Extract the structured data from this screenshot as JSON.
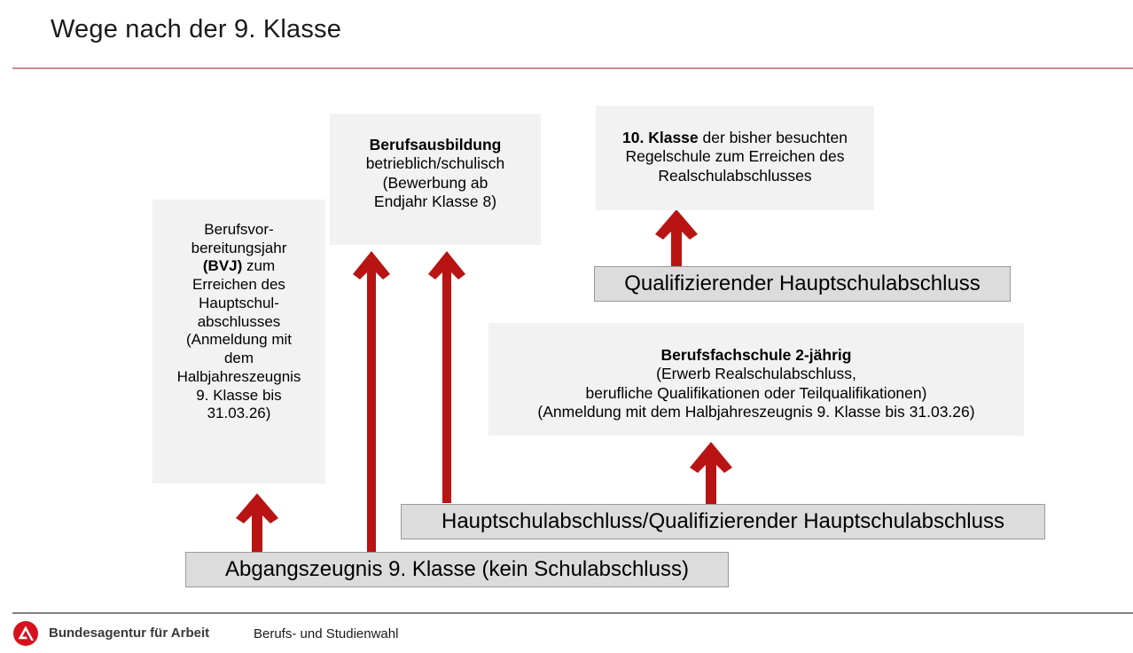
{
  "header": {
    "title": "Wege nach der 9. Klasse",
    "rule_color": "#d18a92"
  },
  "colors": {
    "panel_fill": "#f2f2f2",
    "bar_fill": "#dcdcdc",
    "bar_border": "#9a9a9a",
    "arrow_red": "#b81414",
    "logo_red": "#d6131d",
    "text": "#000000"
  },
  "diagram": {
    "boxes": {
      "bvj": {
        "name": "Berufsvorbereitungsjahr",
        "lines": [
          "Berufsvor-",
          "bereitungsjahr",
          "(BVJ) zum",
          "Erreichen des",
          "Hauptschul-",
          "abschlusses",
          "(Anmeldung mit",
          "dem",
          "Halbjahreszeugnis",
          "9. Klasse bis",
          "31.03.26)"
        ],
        "bold_part": "(BVJ)",
        "rest_of_bold_line": " zum"
      },
      "berufsausbildung": {
        "heading": "Berufsausbildung",
        "lines": [
          "betrieblich/schulisch",
          "(Bewerbung ab",
          "Endjahr Klasse 8)"
        ]
      },
      "klasse10": {
        "bold_lead": "10. Klasse",
        "rest_first_line": " der bisher besuchten",
        "lines": [
          "Regelschule zum Erreichen des",
          "Realschulabschlusses"
        ]
      },
      "berufsfachschule": {
        "heading": "Berufsfachschule 2-jährig",
        "lines": [
          "(Erwerb Realschulabschluss,",
          "berufliche Qualifikationen oder Teilqualifikationen)",
          "(Anmeldung mit dem Halbjahreszeugnis 9. Klasse bis 31.03.26)"
        ]
      }
    },
    "bars": {
      "qualifizierender": "Qualifizierender Hauptschulabschluss",
      "hauptschul_quali": "Hauptschulabschluss/Qualifizierender Hauptschulabschluss",
      "abgangszeugnis": "Abgangszeugnis 9. Klasse (kein Schulabschluss)"
    },
    "arrows": [
      {
        "name": "arrow-abgangszeugnis-to-bvj",
        "target": "bvj"
      },
      {
        "name": "arrow-abgangszeugnis-to-berufsausbildung",
        "target": "berufsausbildung"
      },
      {
        "name": "arrow-hauptschulabschluss-to-berufsausbildung",
        "target": "berufsausbildung"
      },
      {
        "name": "arrow-hauptschulabschluss-to-berufsfachschule",
        "target": "berufsfachschule"
      },
      {
        "name": "arrow-qualifizierender-to-klasse10",
        "target": "klasse10"
      }
    ]
  },
  "footer": {
    "brand": "Bundesagentur für Arbeit",
    "subtitle": "Berufs- und Studienwahl",
    "logo_name": "bundesagentur-fuer-arbeit-logo"
  }
}
